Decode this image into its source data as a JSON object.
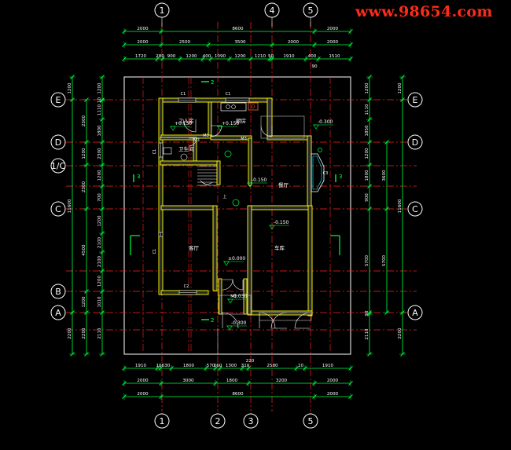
{
  "watermark": "www.98654.com",
  "colors": {
    "background": "#000000",
    "dimension": "#00ff40",
    "wall": "#ffff00",
    "axis_line": "#ff2020",
    "text": "#ffffff",
    "wall_fill": "#2b2b2b",
    "magenta": "#ff40ff",
    "cyan": "#00ffff"
  },
  "axes": {
    "top": [
      "1",
      "4",
      "5"
    ],
    "bottom": [
      "1",
      "2",
      "3",
      "5"
    ],
    "left": [
      "E",
      "D",
      "1/C",
      "C",
      "B",
      "A"
    ],
    "right": [
      "E",
      "D",
      "C",
      "A"
    ]
  },
  "dims": {
    "top_row1": [
      "2000",
      "8600",
      "2000"
    ],
    "top_row2": [
      "2000",
      "2500",
      "3500",
      "2000",
      "2000"
    ],
    "top_row3": [
      "1720",
      "280",
      "900",
      "1200",
      "400",
      "1090",
      "1200",
      "1210",
      "50",
      "1910",
      "400",
      "1510"
    ],
    "top_small": "90",
    "bottom_row1": [
      "1910",
      "10",
      "630",
      "1800",
      "570",
      "260",
      "1300",
      "310",
      "2580",
      "10",
      "1910"
    ],
    "bottom_small": "220",
    "bottom_row2": [
      "2000",
      "3000",
      "1800",
      "3200",
      "2000"
    ],
    "bottom_row3": [
      "2000",
      "8600",
      "2000"
    ],
    "left_outer": [
      "1200",
      "11600",
      "2200"
    ],
    "left_mid": [
      "2300",
      "1200",
      "2300",
      "4500",
      "1200",
      "2200"
    ],
    "left_inner": [
      "1200",
      "10",
      "1110",
      "1800",
      "2300",
      "1200",
      "700",
      "1200",
      "2100",
      "2100",
      "1200",
      "1010",
      "2110"
    ],
    "right_outer": [
      "1200",
      "11600",
      "2200"
    ],
    "right_mid": [
      "3600",
      "5700"
    ],
    "right_inner": [
      "1200",
      "1110",
      "1850",
      "1200",
      "1800",
      "900",
      "5700",
      "90",
      "2110"
    ]
  },
  "rooms": {
    "servant_room": "工人房",
    "kitchen": "厨房",
    "bathroom": "卫生间",
    "dining_room": "餐厅",
    "living_room": "客厅",
    "garage": "车库"
  },
  "levels": {
    "servant": "+0.150",
    "kitchen": "+0.150",
    "terrace": "-0.300",
    "dining": "-0.150",
    "garage": "-0.150",
    "living": "±0.000",
    "porch": "-0.030",
    "entry": "-0.300"
  },
  "labels": {
    "c1_a": "C1",
    "c1_b": "C1",
    "c1_c": "C1",
    "c2": "C2",
    "m3_a": "M3",
    "m3_b": "M3",
    "m3_c": "M3",
    "m1": "M1",
    "c3": "C3",
    "up": "上",
    "sec2": "2",
    "sec3": "3"
  }
}
